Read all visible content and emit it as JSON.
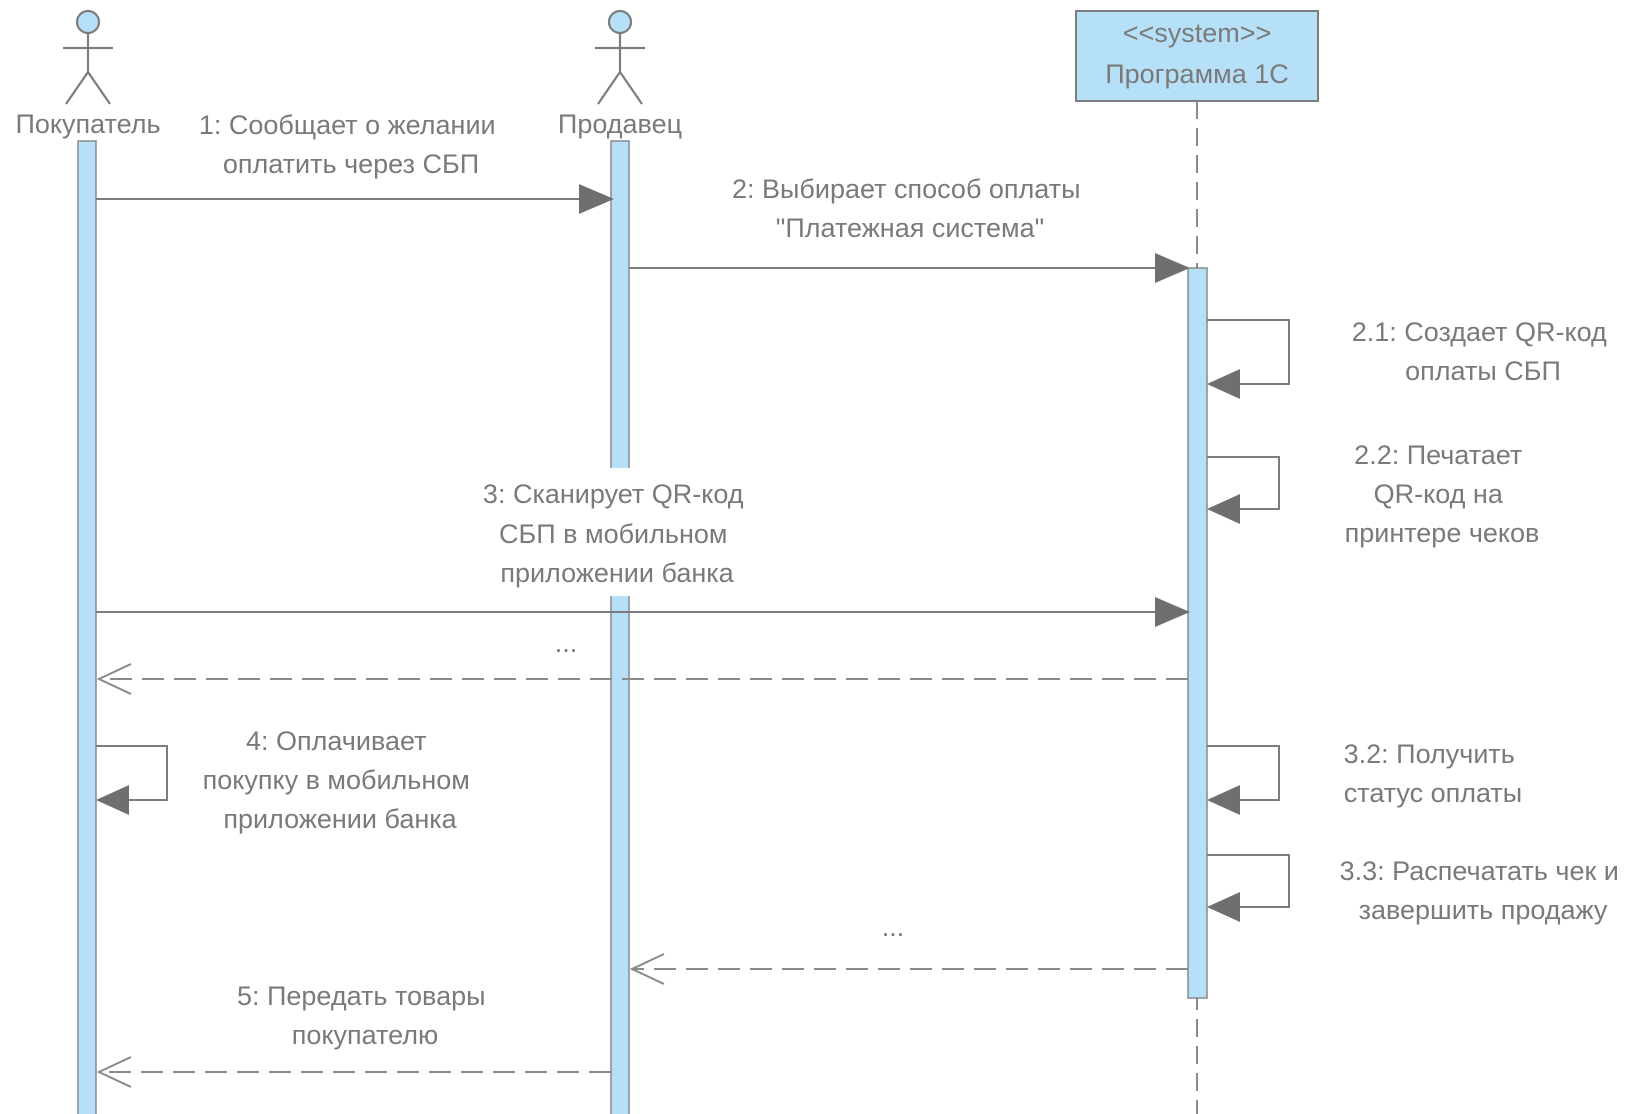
{
  "actors": [
    {
      "id": "buyer",
      "label": "Покупатель"
    },
    {
      "id": "seller",
      "label": "Продавец"
    }
  ],
  "system": {
    "stereotype": "<<system>>",
    "label": "Программа 1С"
  },
  "messages": [
    {
      "id": "m1",
      "lines": [
        "1: Сообщает о желании",
        "оплатить через СБП"
      ]
    },
    {
      "id": "m2",
      "lines": [
        "2: Выбирает способ оплаты",
        "\"Платежная система\""
      ]
    },
    {
      "id": "m21",
      "lines": [
        "2.1: Создает QR-код",
        "оплаты СБП"
      ]
    },
    {
      "id": "m22",
      "lines": [
        "2.2: Печатает",
        "QR-код на",
        "принтере чеков"
      ]
    },
    {
      "id": "m3",
      "lines": [
        "3: Сканирует QR-код",
        "СБП в мобильном",
        "приложении банка"
      ]
    },
    {
      "id": "r1",
      "lines": [
        "..."
      ]
    },
    {
      "id": "m4",
      "lines": [
        "4: Оплачивает",
        "покупку в мобильном",
        "приложении банка"
      ]
    },
    {
      "id": "m32",
      "lines": [
        "3.2: Получить",
        "статус оплаты"
      ]
    },
    {
      "id": "m33",
      "lines": [
        "3.3: Распечатать чек и",
        "завершить продажу"
      ]
    },
    {
      "id": "r2",
      "lines": [
        "..."
      ]
    },
    {
      "id": "m5",
      "lines": [
        "5: Передать товары",
        "покупателю"
      ]
    }
  ]
}
